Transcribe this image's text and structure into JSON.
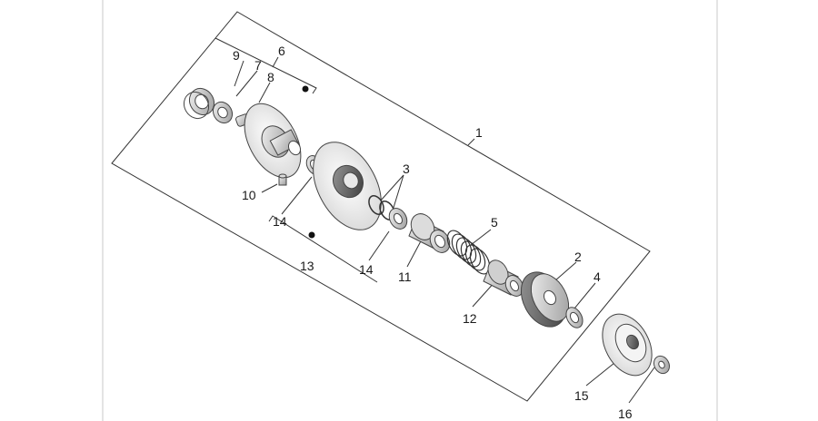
{
  "diagram": {
    "callouts": [
      {
        "id": "c1",
        "text": "1"
      },
      {
        "id": "c2",
        "text": "2"
      },
      {
        "id": "c3",
        "text": "3"
      },
      {
        "id": "c4",
        "text": "4"
      },
      {
        "id": "c5",
        "text": "5"
      },
      {
        "id": "c6",
        "text": "6"
      },
      {
        "id": "c7",
        "text": "7"
      },
      {
        "id": "c8",
        "text": "8"
      },
      {
        "id": "c9",
        "text": "9"
      },
      {
        "id": "c10",
        "text": "10"
      },
      {
        "id": "c11",
        "text": "11"
      },
      {
        "id": "c12",
        "text": "12"
      },
      {
        "id": "c13",
        "text": "13"
      },
      {
        "id": "c14a",
        "text": "14"
      },
      {
        "id": "c14b",
        "text": "14"
      },
      {
        "id": "c15",
        "text": "15"
      },
      {
        "id": "c16",
        "text": "16"
      }
    ]
  }
}
